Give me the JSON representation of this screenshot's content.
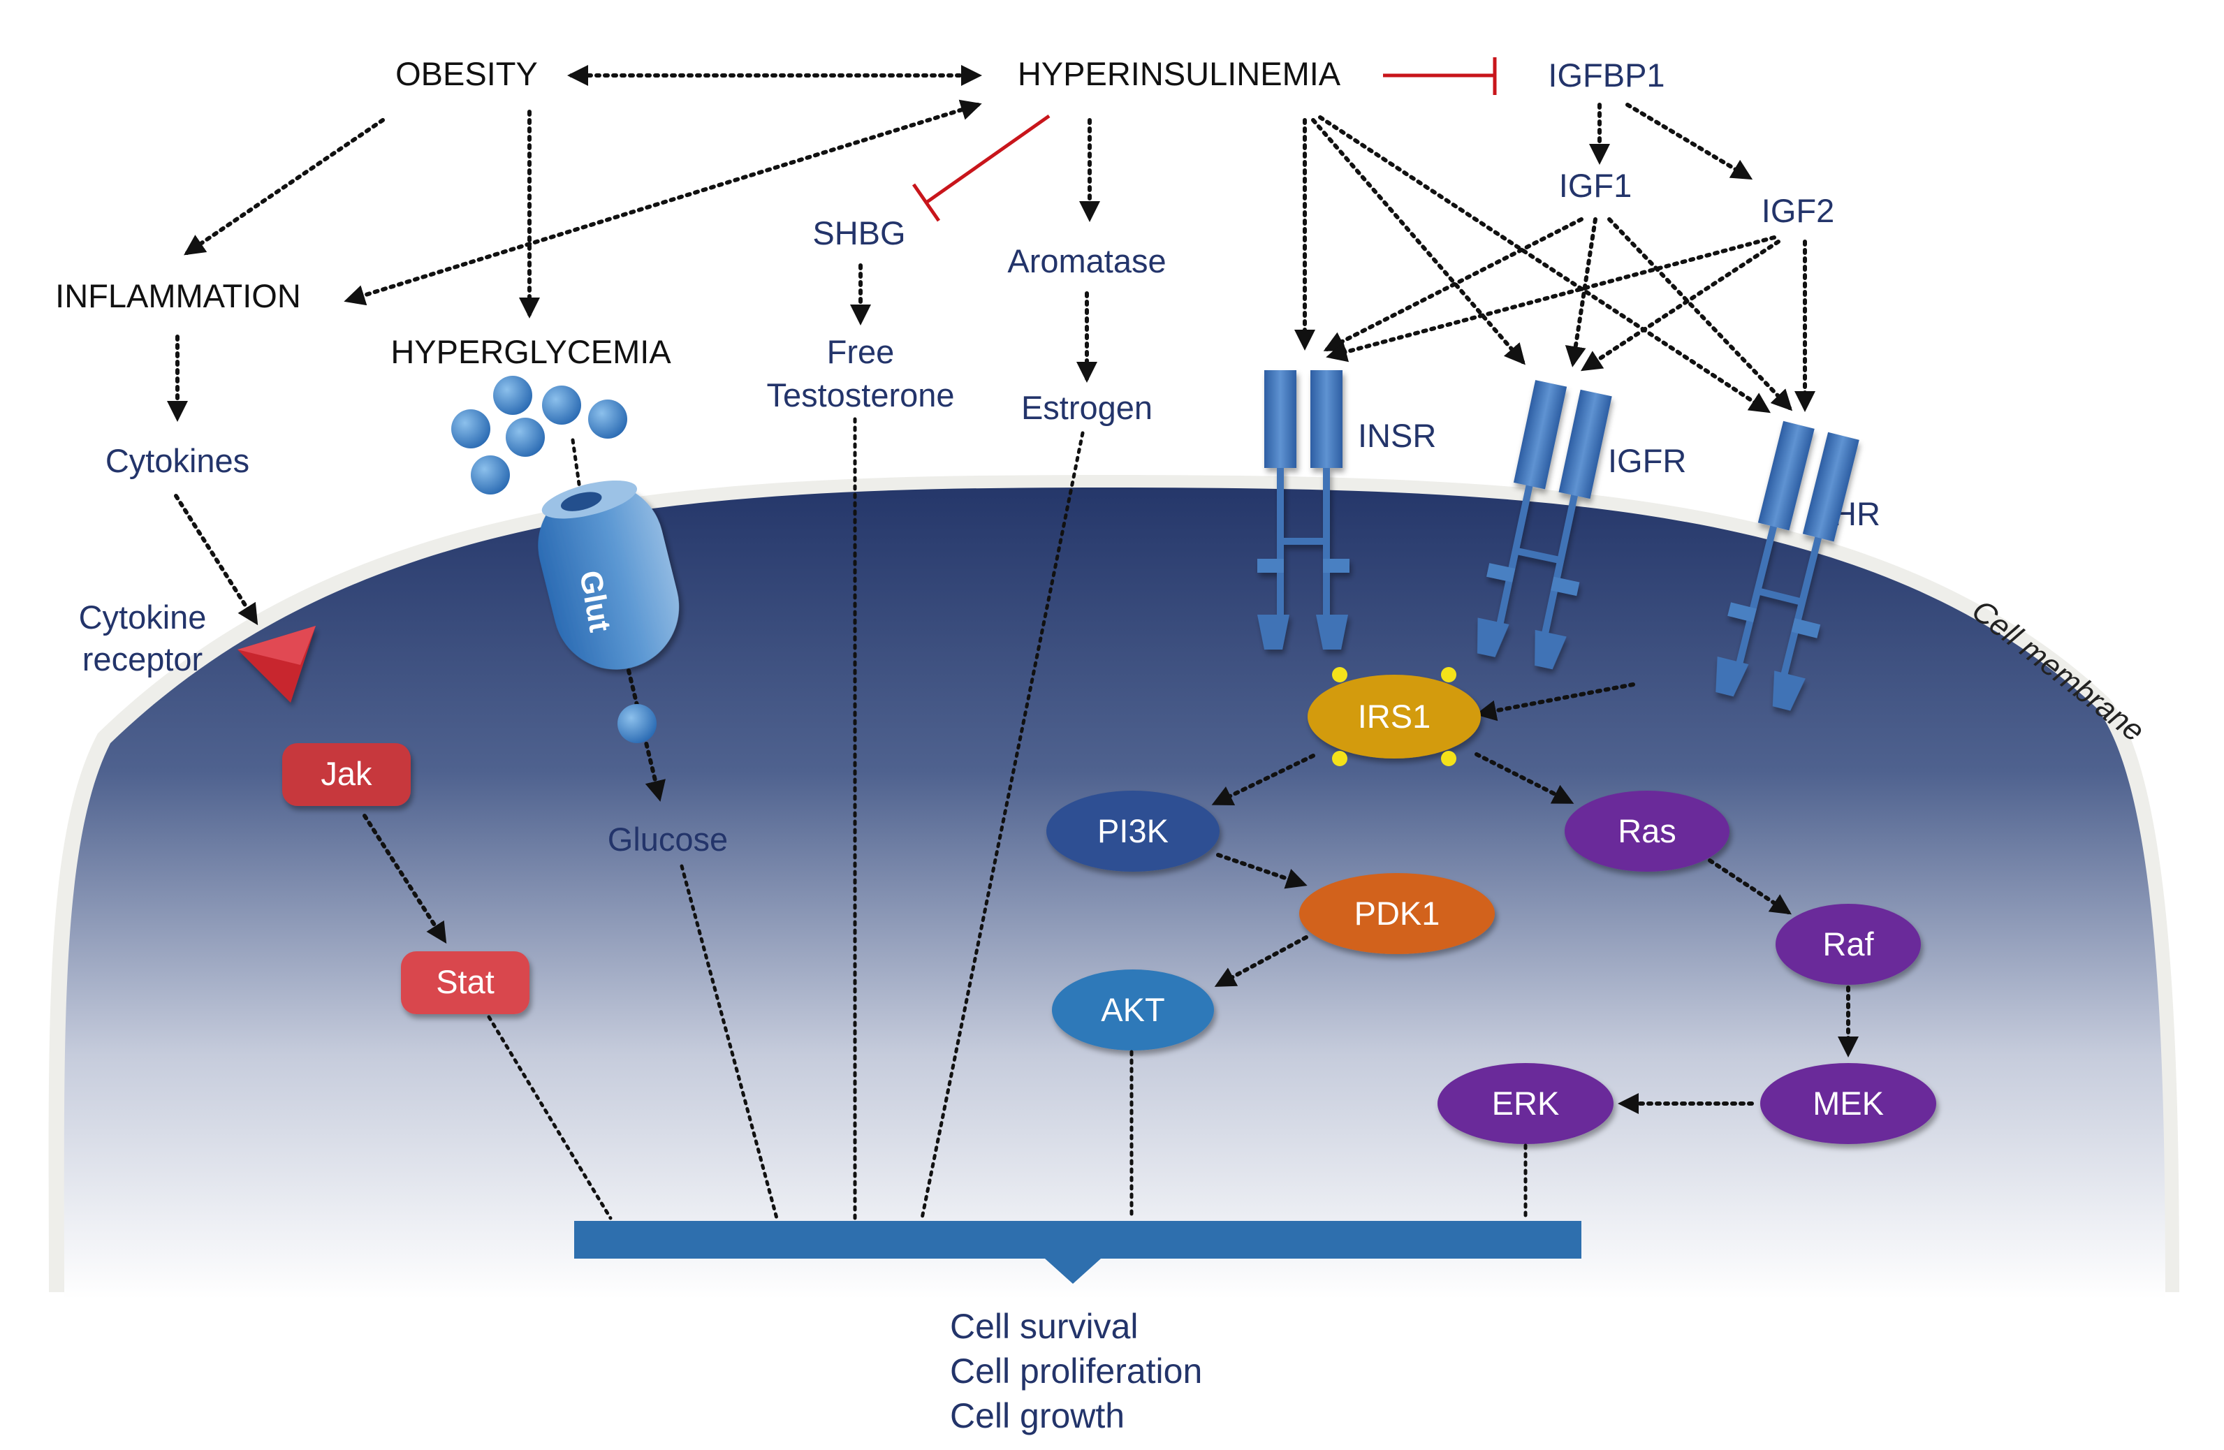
{
  "labels": {
    "obesity": "OBESITY",
    "hyperinsulinemia": "HYPERINSULINEMIA",
    "igfbp1": "IGFBP1",
    "inflammation": "INFLAMMATION",
    "hyperglycemia": "HYPERGLYCEMIA",
    "shbg": "SHBG",
    "aromatase": "Aromatase",
    "igf1": "IGF1",
    "igf2": "IGF2",
    "cytokines": "Cytokines",
    "free": "Free",
    "testosterone": "Testosterone",
    "estrogen": "Estrogen",
    "insr": "INSR",
    "igfr": "IGFR",
    "hr": "HR",
    "cytokine_receptor_1": "Cytokine",
    "cytokine_receptor_2": "receptor",
    "glut": "Glut",
    "glucose": "Glucose",
    "cell_membrane": "Cell membrane"
  },
  "nodes": {
    "irs1": "IRS1",
    "pi3k": "PI3K",
    "ras": "Ras",
    "pdk1": "PDK1",
    "raf": "Raf",
    "akt": "AKT",
    "mek": "MEK",
    "erk": "ERK",
    "jak": "Jak",
    "stat": "Stat"
  },
  "outcomes": {
    "line1": "Cell survival",
    "line2": "Cell proliferation",
    "line3": "Cell growth"
  },
  "colors": {
    "navy_text": "#23346a",
    "inhibition": "#c8151b",
    "irs1": "#d39b0f",
    "pi3k": "#2d4f93",
    "pdk1": "#d2621b",
    "akt": "#2f79b9",
    "purple": "#6b2c9a",
    "jak": "#c7373d",
    "stat": "#d9474d",
    "receptor": "#3f73b6",
    "bar": "#2e6fae"
  }
}
